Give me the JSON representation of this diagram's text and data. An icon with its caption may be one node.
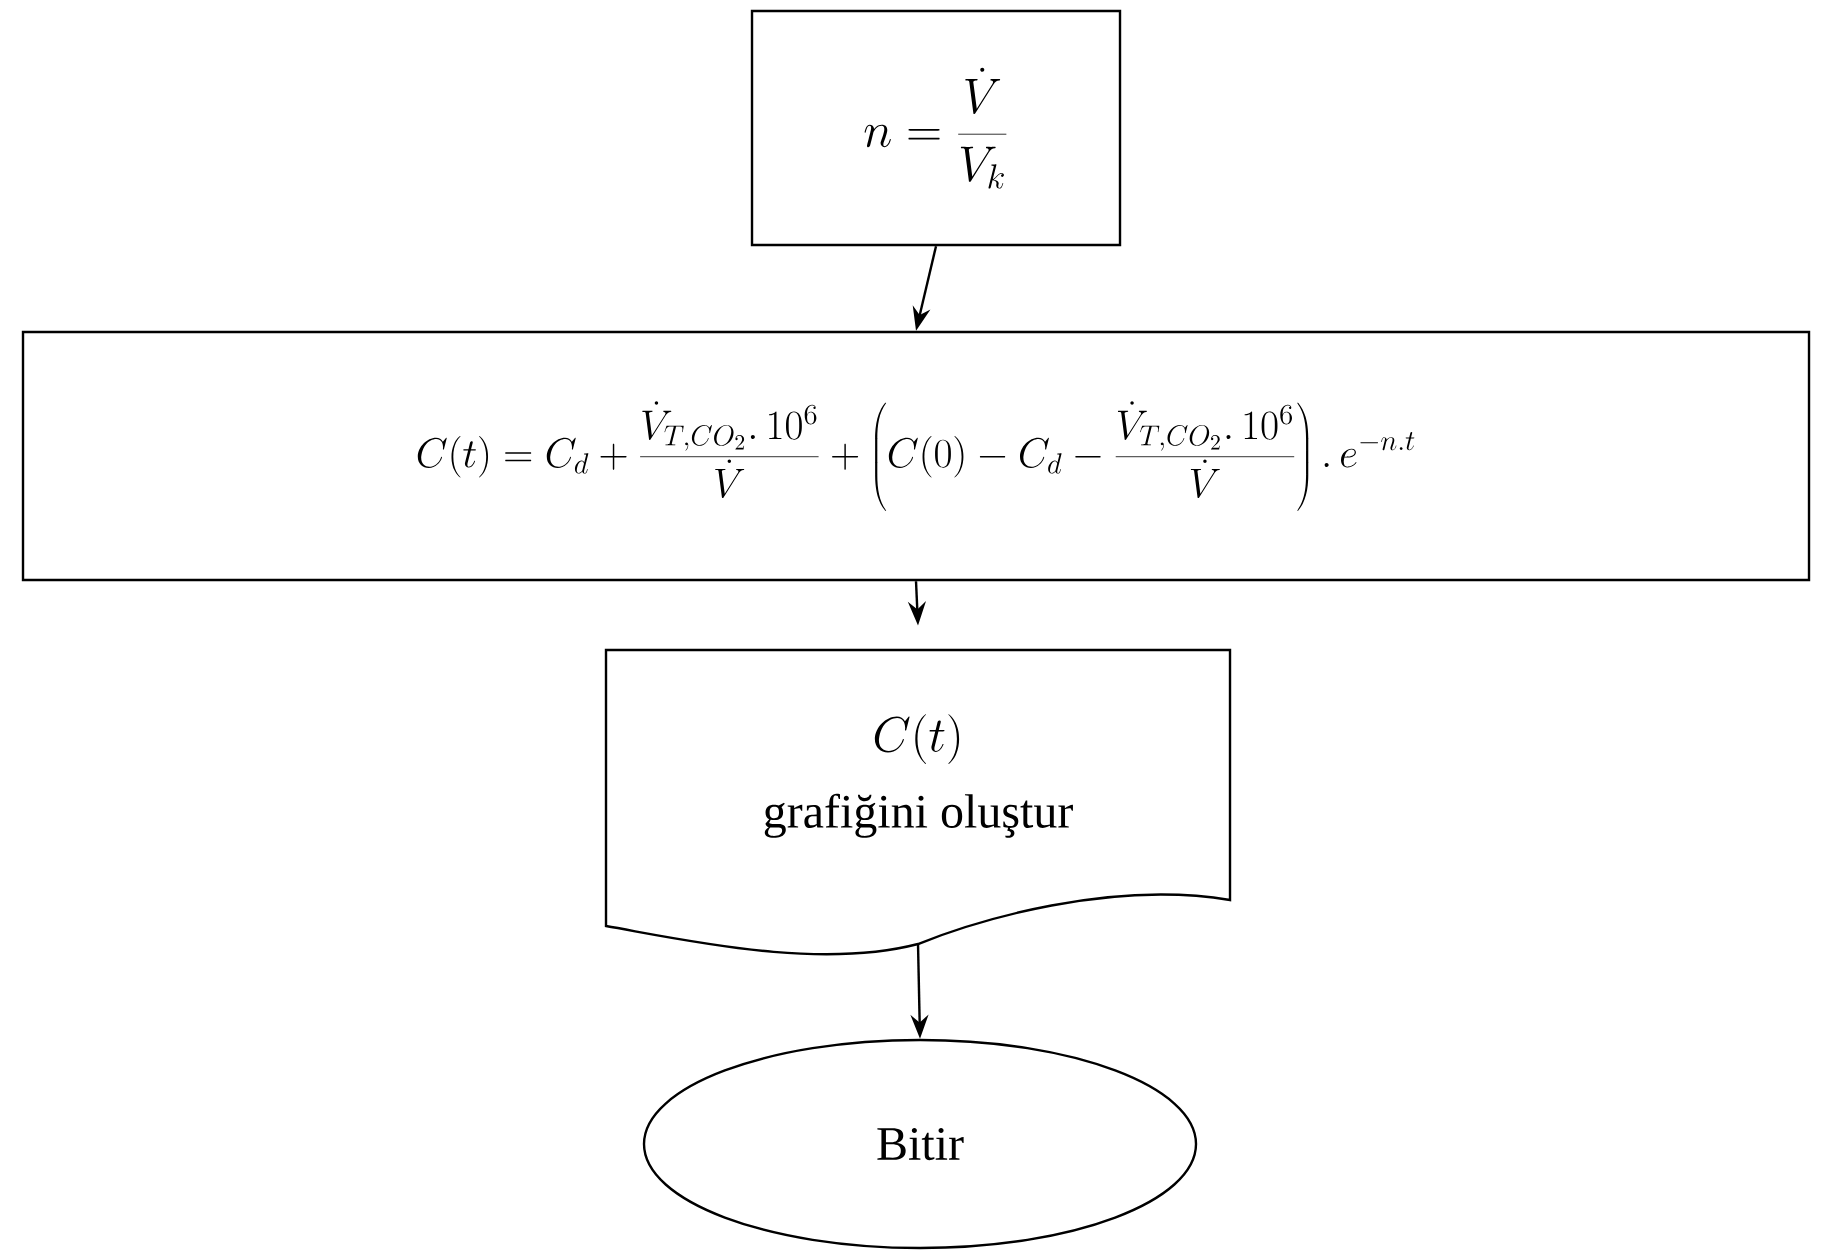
{
  "diagram": {
    "nodes": [
      {
        "text": [
          "n=\\frac{\\dot{V}}{V_k}"
        ]
      },
      {
        "text": [
          "C(t)=C_d+\\frac{\\dot{V}_{T,CO_2}.\\,10^6}{\\dot{V}}+\\left(C(0)-C_d-\\frac{\\dot{V}_{T,CO_2}.\\,10^6}{\\dot{V}}\\right).\\,e^{-n.t}"
        ]
      },
      {
        "text": [
          "C(t)",
          "grafiğini oluştur"
        ]
      },
      {
        "text": [
          "Bitir"
        ]
      }
    ],
    "edges": [
      {
        "from": 0,
        "to": 1,
        "arrow": "to"
      },
      {
        "from": 1,
        "to": 2,
        "arrow": "to"
      },
      {
        "from": 2,
        "to": 3,
        "arrow": "to"
      }
    ]
  }
}
